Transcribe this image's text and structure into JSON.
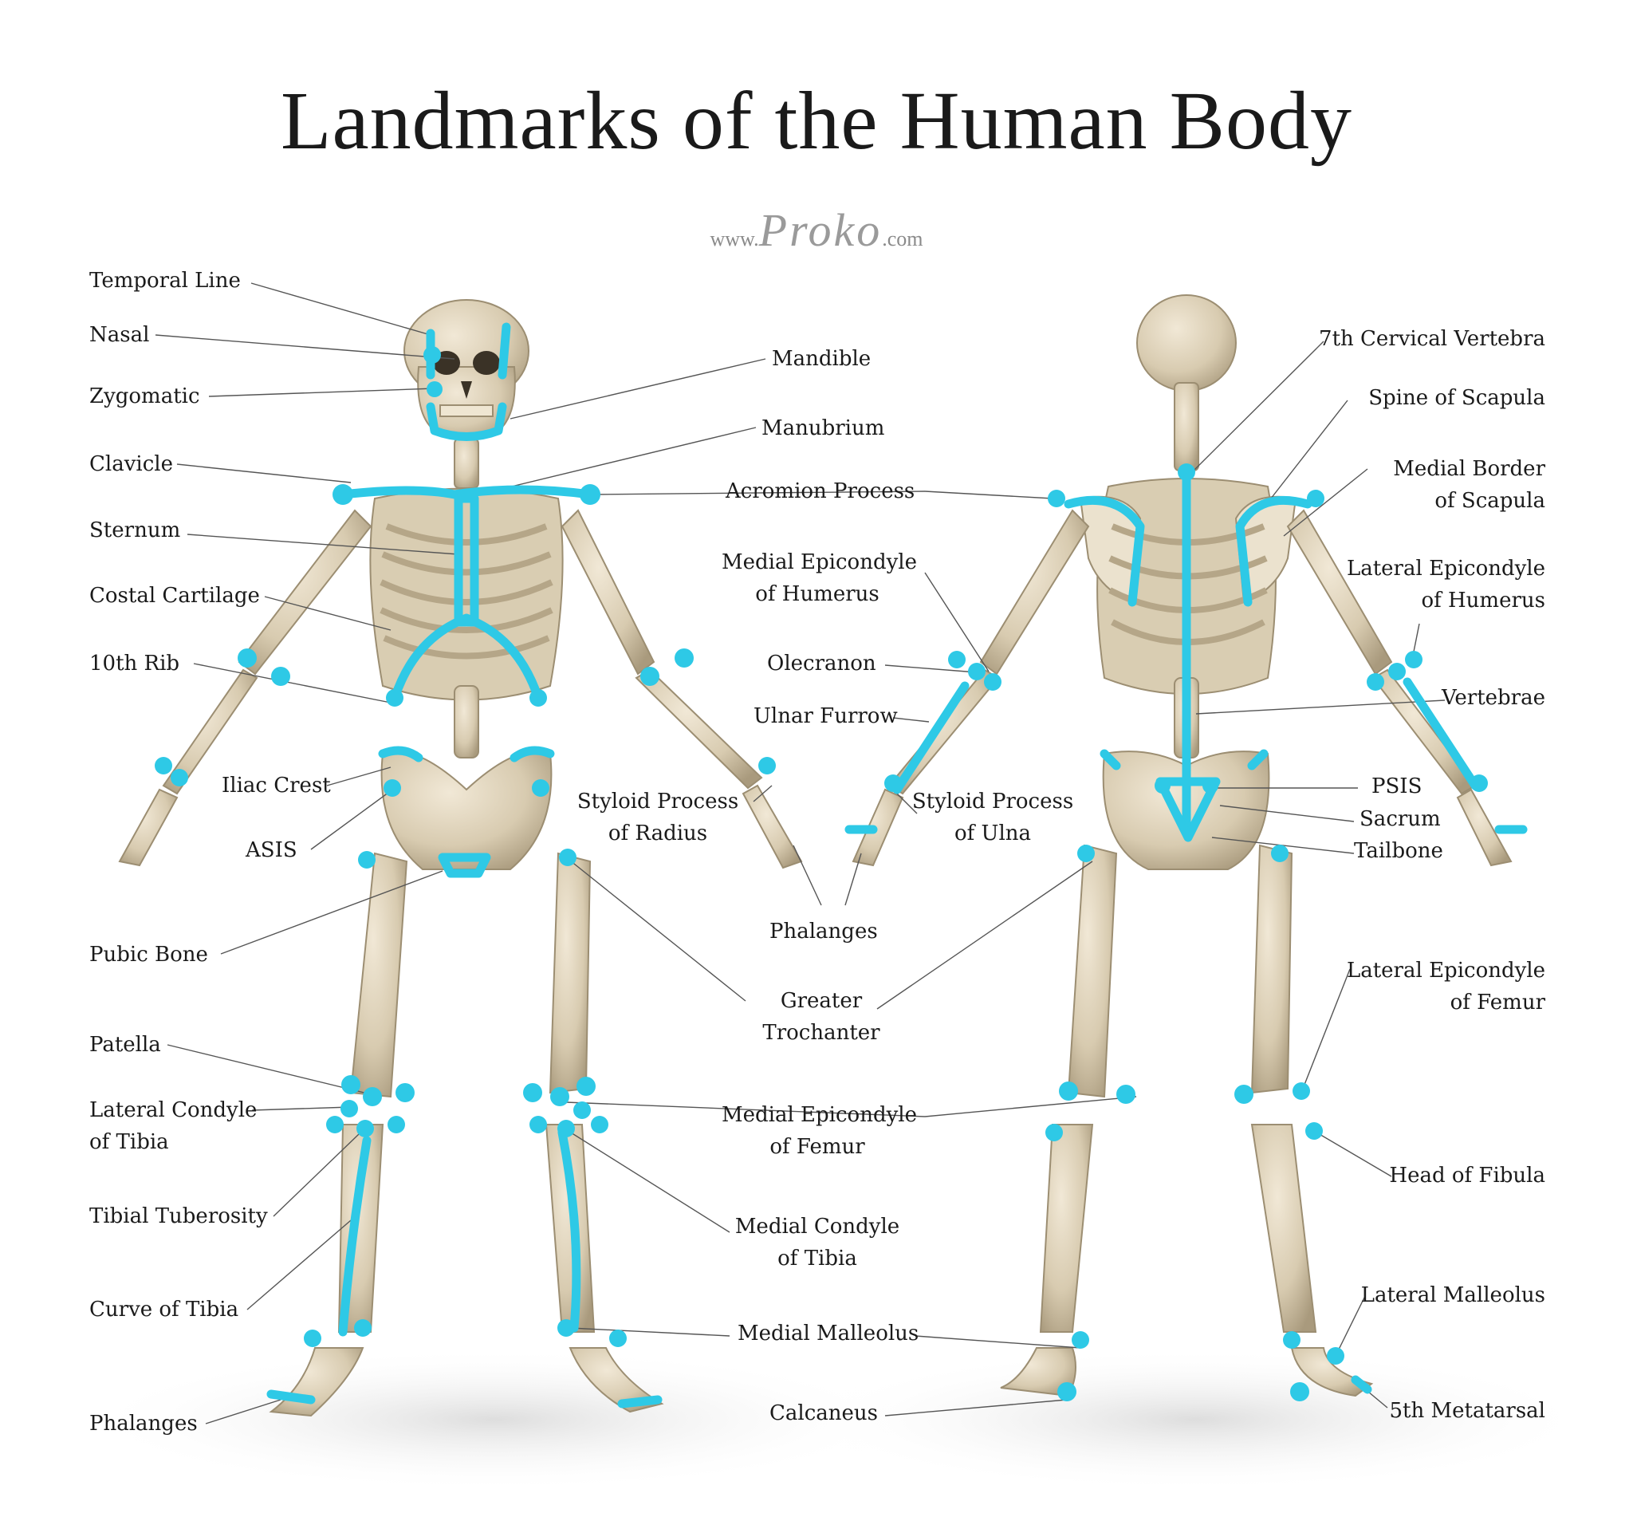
{
  "title": "Landmarks of the Human Body",
  "website": {
    "prefix": "www.",
    "brand": "Proko",
    "suffix": ".com"
  },
  "colors": {
    "landmark": "#2ec9e6",
    "bone": "#dccfb5",
    "bone_shadow": "#a89a7e",
    "leader_line": "#555555"
  },
  "views": [
    "front",
    "back"
  ],
  "labels": {
    "temporal_line": "Temporal Line",
    "nasal": "Nasal",
    "zygomatic": "Zygomatic",
    "clavicle": "Clavicle",
    "sternum": "Sternum",
    "costal_cartilage": "Costal Cartilage",
    "tenth_rib": "10th Rib",
    "iliac_crest": "Iliac Crest",
    "asis": "ASIS",
    "pubic_bone": "Pubic Bone",
    "patella": "Patella",
    "lateral_condyle_tibia_1": "Lateral Condyle",
    "lateral_condyle_tibia_2": "of Tibia",
    "tibial_tuberosity": "Tibial Tuberosity",
    "curve_of_tibia": "Curve of Tibia",
    "phalanges_foot": "Phalanges",
    "mandible": "Mandible",
    "manubrium": "Manubrium",
    "acromion_process": "Acromion Process",
    "medial_epicondyle_humerus_1": "Medial Epicondyle",
    "medial_epicondyle_humerus_2": "of Humerus",
    "olecranon": "Olecranon",
    "ulnar_furrow": "Ulnar Furrow",
    "styloid_radius_1": "Styloid Process",
    "styloid_radius_2": "of Radius",
    "styloid_ulna_1": "Styloid Process",
    "styloid_ulna_2": "of Ulna",
    "phalanges_hand": "Phalanges",
    "greater_trochanter_1": "Greater",
    "greater_trochanter_2": "Trochanter",
    "medial_epicondyle_femur_1": "Medial Epicondyle",
    "medial_epicondyle_femur_2": "of Femur",
    "medial_condyle_tibia_1": "Medial Condyle",
    "medial_condyle_tibia_2": "of Tibia",
    "medial_malleolus": "Medial Malleolus",
    "calcaneus": "Calcaneus",
    "seventh_cervical": "7th Cervical Vertebra",
    "spine_of_scapula": "Spine of Scapula",
    "medial_border_1": "Medial Border",
    "medial_border_2": "of Scapula",
    "lateral_epicondyle_humerus_1": "Lateral Epicondyle",
    "lateral_epicondyle_humerus_2": "of Humerus",
    "vertebrae": "Vertebrae",
    "psis": "PSIS",
    "sacrum": "Sacrum",
    "tailbone": "Tailbone",
    "lateral_epicondyle_femur_1": "Lateral Epicondyle",
    "lateral_epicondyle_femur_2": "of Femur",
    "head_of_fibula": "Head of Fibula",
    "lateral_malleolus": "Lateral Malleolus",
    "fifth_metatarsal": "5th Metatarsal"
  }
}
